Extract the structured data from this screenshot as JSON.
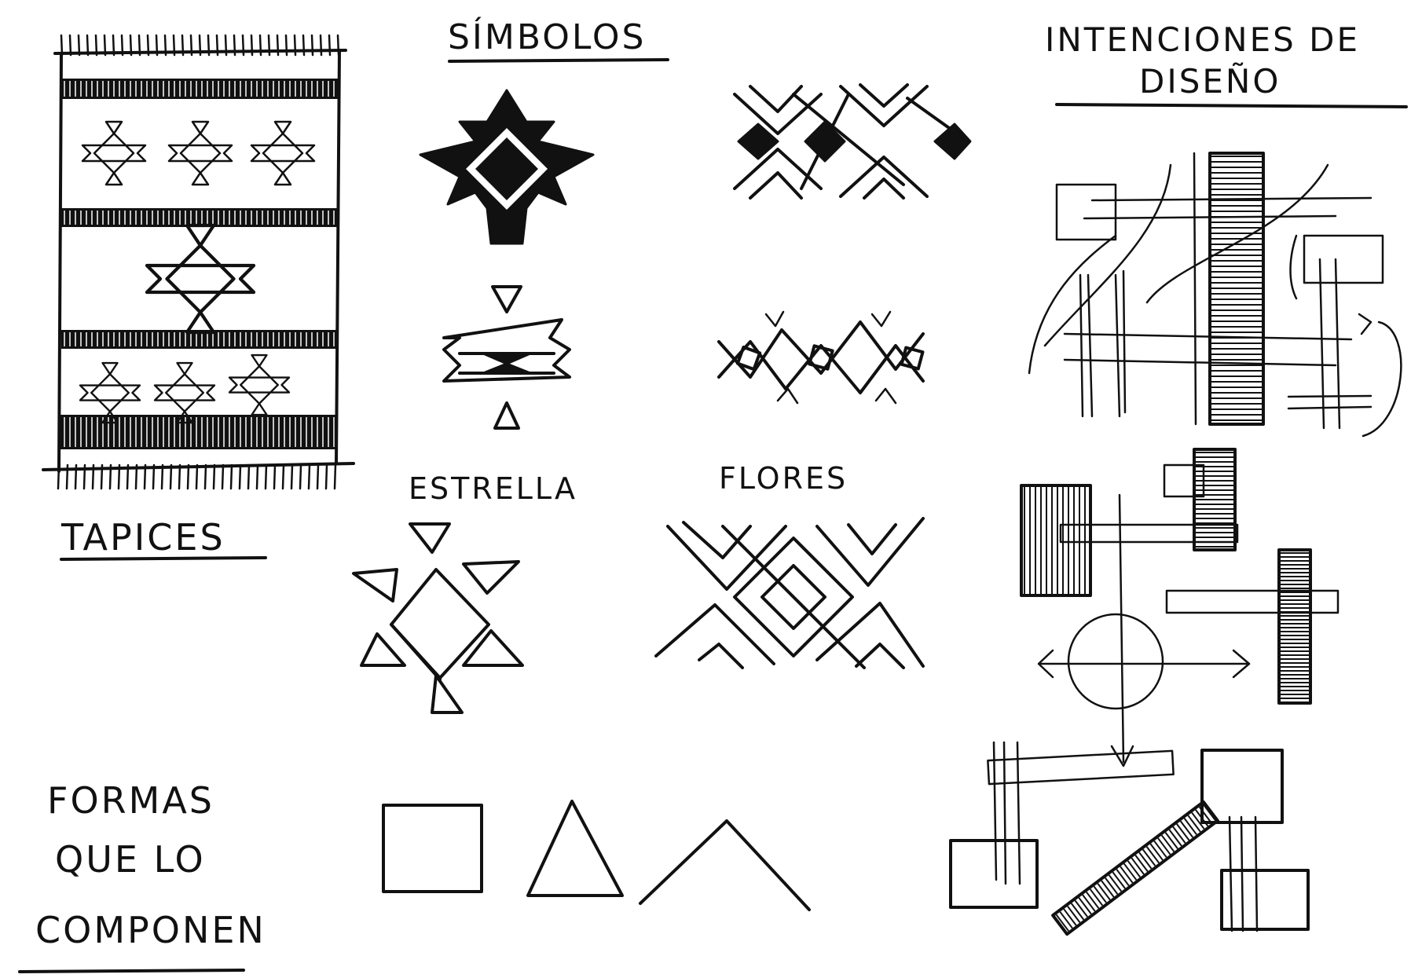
{
  "labels": {
    "simbolos": "SÍMBOLOS",
    "intenciones_line1": "INTENCIONES DE",
    "intenciones_line2": "DISEÑO",
    "tapices": "TAPICES",
    "estrella": "ESTRELLA",
    "flores": "FLORES",
    "formas_line1": "FORMAS",
    "formas_line2": "QUE LO",
    "formas_line3": "COMPONEN"
  },
  "colors": {
    "ink": "#111111",
    "paper": "#ffffff"
  },
  "icons": [
    "tapestry-rug",
    "star-symbol-filled",
    "flower-symbol-filled",
    "star-symbol-outline",
    "flower-symbol-outline",
    "star-symbol-large",
    "flower-symbol-large",
    "square-shape",
    "triangle-shape",
    "chevron-shape",
    "design-intention-sketch"
  ]
}
